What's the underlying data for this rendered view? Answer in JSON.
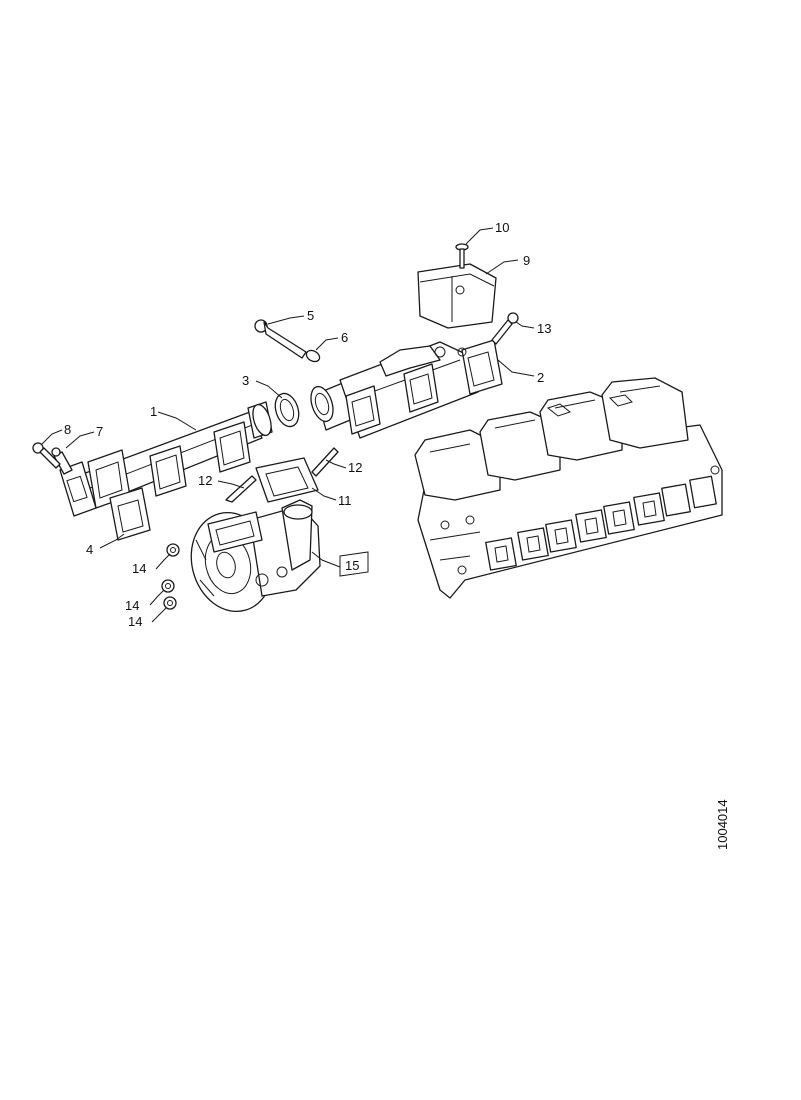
{
  "figure": {
    "id": "1004014",
    "callouts": [
      "1",
      "2",
      "3",
      "4",
      "5",
      "6",
      "7",
      "8",
      "9",
      "10",
      "11",
      "12",
      "12",
      "13",
      "14",
      "14",
      "14",
      "15"
    ]
  }
}
